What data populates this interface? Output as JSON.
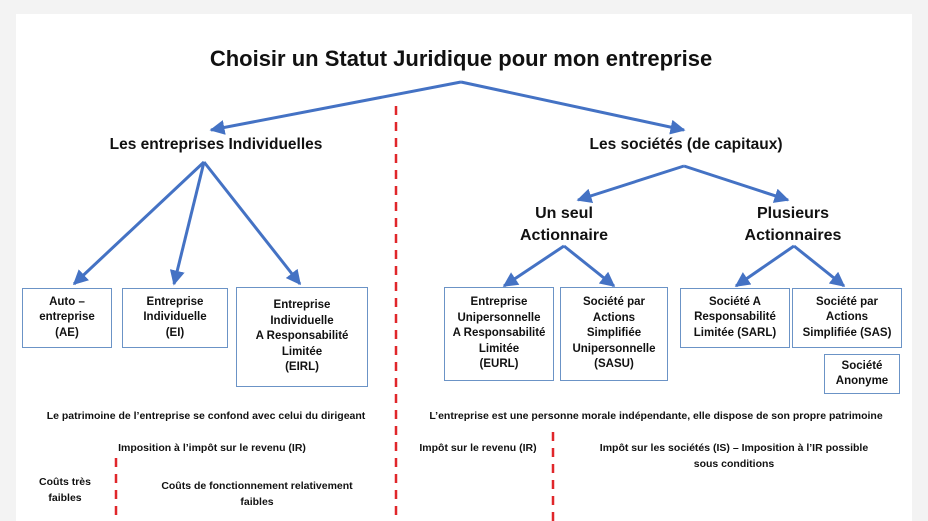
{
  "title": "Choisir un Statut Juridique pour mon entreprise",
  "colors": {
    "arrow": "#4472c4",
    "box_border": "#6b93c6",
    "divider": "#e0262a"
  },
  "left": {
    "heading": "Les entreprises Individuelles",
    "boxes": [
      "Auto –\nentreprise\n(AE)",
      "Entreprise\nIndividuelle\n(EI)",
      "Entreprise\nIndividuelle\nA Responsabilité\nLimitée\n(EIRL)"
    ],
    "patrimoine": "Le patrimoine de l’entreprise se confond avec celui du dirigeant",
    "imposition": "Imposition à l’impôt sur le revenu (IR)",
    "couts_faibles": "Coûts très\nfaibles",
    "couts_fonctionnement": "Coûts de fonctionnement relativement\nfaibles"
  },
  "right": {
    "heading": "Les sociétés (de capitaux)",
    "un_seul": "Un seul\nActionnaire",
    "plusieurs": "Plusieurs\nActionnaires",
    "boxes_un_seul": [
      "Entreprise\nUnipersonnelle\nA Responsabilité\nLimitée\n(EURL)",
      "Société par\nActions\nSimplifiée\nUnipersonnelle\n(SASU)"
    ],
    "boxes_plusieurs": [
      "Société A\nResponsabilité\nLimitée (SARL)",
      "Société par\nActions\nSimplifiée (SAS)",
      "Société\nAnonyme"
    ],
    "personne_morale": "L’entreprise est une personne morale indépendante, elle dispose de son propre patrimoine",
    "impot_ir": "Impôt sur le revenu (IR)",
    "impot_is": "Impôt sur les sociétés (IS) – Imposition à l’IR possible\nsous conditions"
  }
}
